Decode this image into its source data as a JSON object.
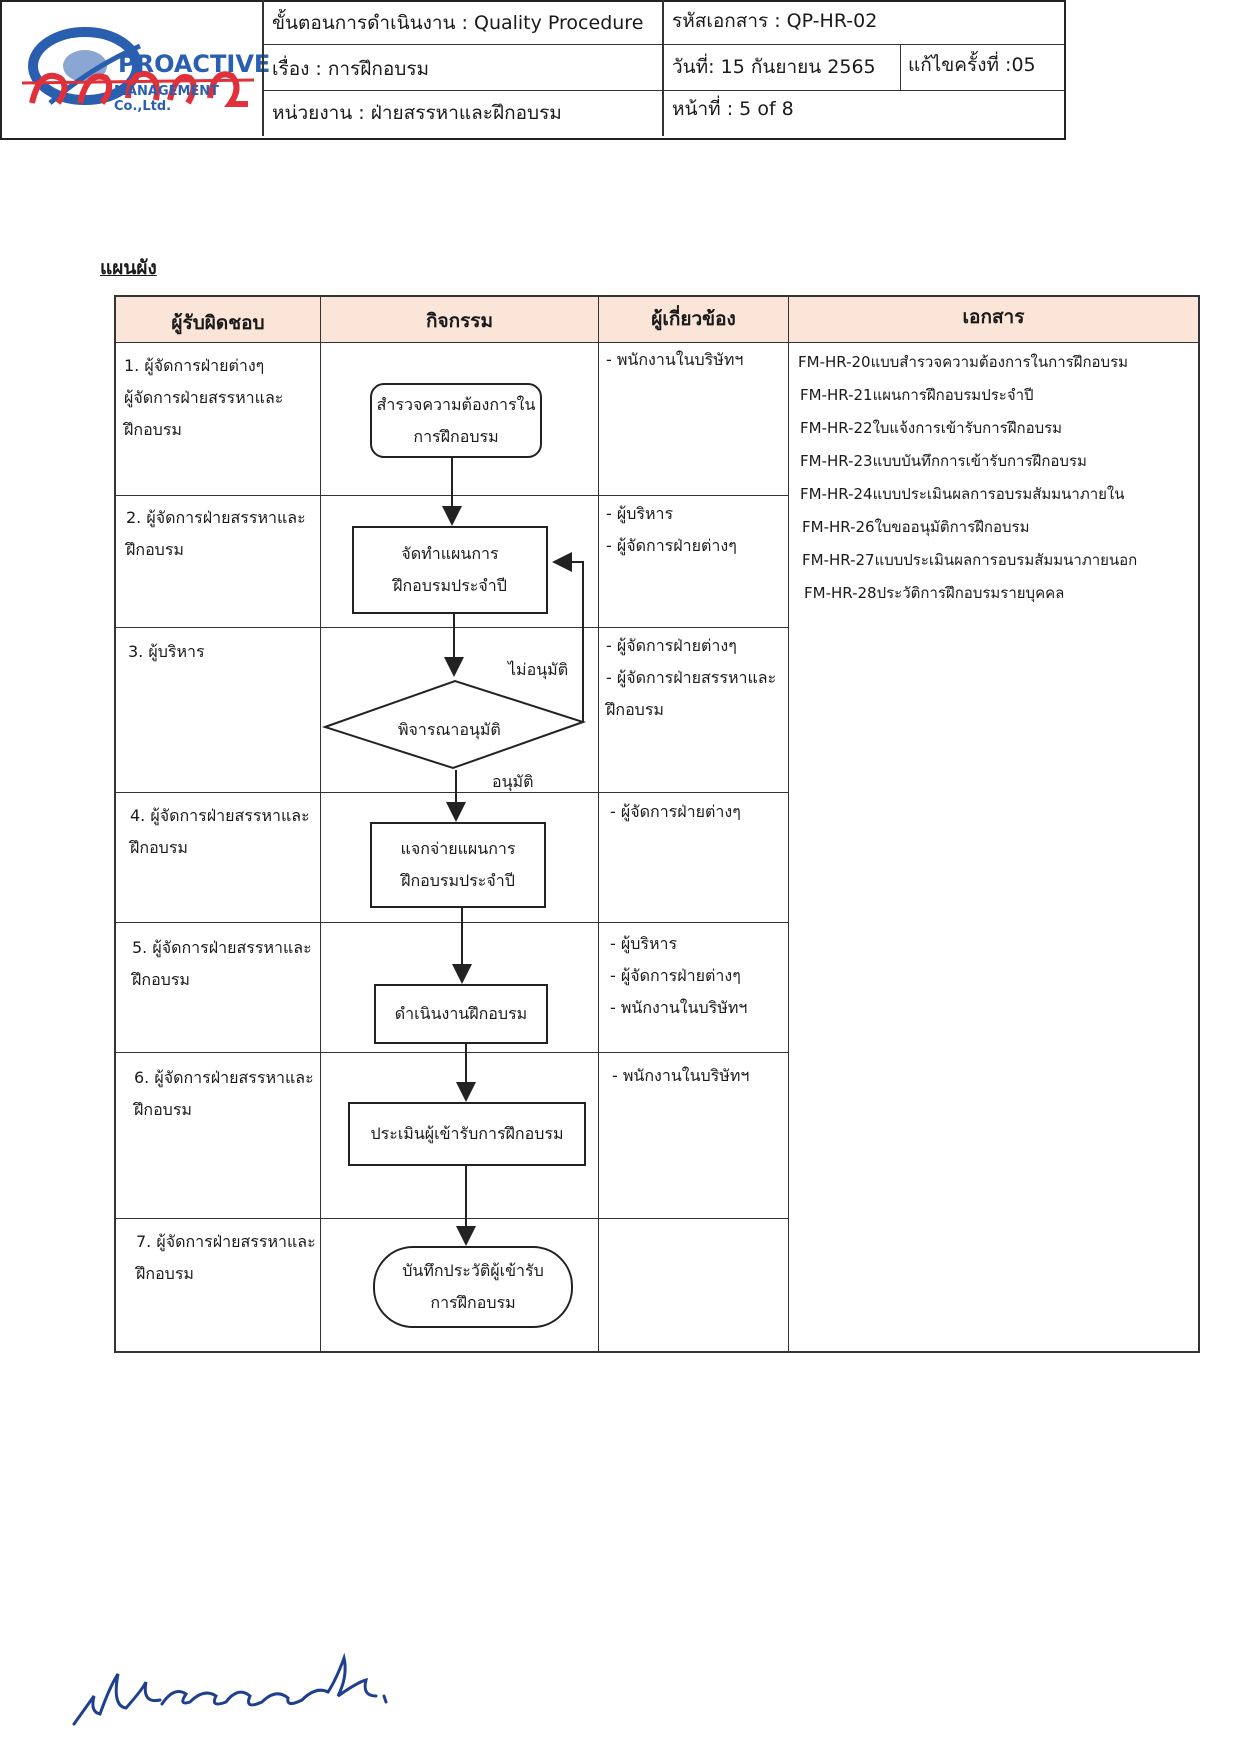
{
  "header": {
    "logo_text": "PROACTIVE",
    "logo_subtext": "MANAGEMENT Co.,Ltd.",
    "procedure_title": "ขั้นตอนการดำเนินงาน : Quality Procedure",
    "subject": "เรื่อง : การฝึกอบรม",
    "department": "หน่วยงาน : ฝ่ายสรรหาและฝึกอบรม",
    "doc_code": "รหัสเอกสาร : QP-HR-02",
    "date": "วันที่: 15 กันยายน 2565",
    "revision": "แก้ไขครั้งที่ :05",
    "page": "หน้าที่  :  5 of 8"
  },
  "section_title": "แผนผัง",
  "table": {
    "headers": [
      "ผู้รับผิดชอบ",
      "กิจกรรม",
      "ผู้เกี่ยวข้อง",
      "เอกสาร"
    ],
    "rows": [
      {
        "responsible": [
          "1.  ผู้จัดการฝ่ายต่างๆ",
          "ผู้จัดการฝ่ายสรรหาและ",
          "ฝึกอบรม"
        ],
        "related": [
          "-  พนักงานในบริษัทฯ"
        ]
      },
      {
        "responsible": [
          "2.  ผู้จัดการฝ่ายสรรหาและ",
          "ฝึกอบรม"
        ],
        "related": [
          "- ผู้บริหาร",
          "- ผู้จัดการฝ่ายต่างๆ"
        ]
      },
      {
        "responsible": [
          "3.  ผู้บริหาร"
        ],
        "related": [
          "- ผู้จัดการฝ่ายต่างๆ",
          "- ผู้จัดการฝ่ายสรรหาและ",
          "ฝึกอบรม"
        ]
      },
      {
        "responsible": [
          "4. ผู้จัดการฝ่ายสรรหาและ",
          "ฝึกอบรม"
        ],
        "related": [
          "-  ผู้จัดการฝ่ายต่างๆ"
        ]
      },
      {
        "responsible": [
          "5.  ผู้จัดการฝ่ายสรรหาและ",
          "ฝึกอบรม"
        ],
        "related": [
          "- ผู้บริหาร",
          "-  ผู้จัดการฝ่ายต่างๆ",
          "-  พนักงานในบริษัทฯ"
        ]
      },
      {
        "responsible": [
          "6. ผู้จัดการฝ่ายสรรหาและ",
          "ฝึกอบรม"
        ],
        "related": [
          "-  พนักงานในบริษัทฯ"
        ]
      },
      {
        "responsible": [
          "7. ผู้จัดการฝ่ายสรรหาและ",
          "ฝึกอบรม"
        ],
        "related": []
      }
    ],
    "documents": [
      "FM-HR-20แบบสำรวจความต้องการในการฝึกอบรม",
      "FM-HR-21แผนการฝึกอบรมประจำปี",
      "FM-HR-22ใบแจ้งการเข้ารับการฝึกอบรม",
      "FM-HR-23แบบบันทึกการเข้ารับการฝึกอบรม",
      "FM-HR-24แบบประเมินผลการอบรมสัมมนาภายใน",
      "FM-HR-26ใบขออนุมัติการฝึกอบรม",
      "FM-HR-27แบบประเมินผลการอบรมสัมมนาภายนอก",
      "FM-HR-28ประวัติการฝึกอบรมรายบุคคล"
    ]
  },
  "flow": {
    "step1": [
      "สำรวจความต้องการใน",
      "การฝึกอบรม"
    ],
    "step2": [
      "จัดทำแผนการ",
      "ฝึกอบรมประจำปี"
    ],
    "decision": "พิจารณาอนุมัติ",
    "reject_label": "ไม่อนุมัติ",
    "approve_label": "อนุมัติ",
    "step4": [
      "แจกจ่ายแผนการ",
      "ฝึกอบรมประจำปี"
    ],
    "step5": "ดำเนินงานฝึกอบรม",
    "step6": "ประเมินผู้เข้ารับการฝึกอบรม",
    "step7": [
      "บันทึกประวัติผู้เข้ารับ",
      "การฝึกอบรม"
    ]
  },
  "colors": {
    "header_fill": "#fbe4d8",
    "stamp_red": "#e0303a",
    "logo_blue": "#2a5fb0",
    "ink_blue": "#1f3f8f"
  }
}
